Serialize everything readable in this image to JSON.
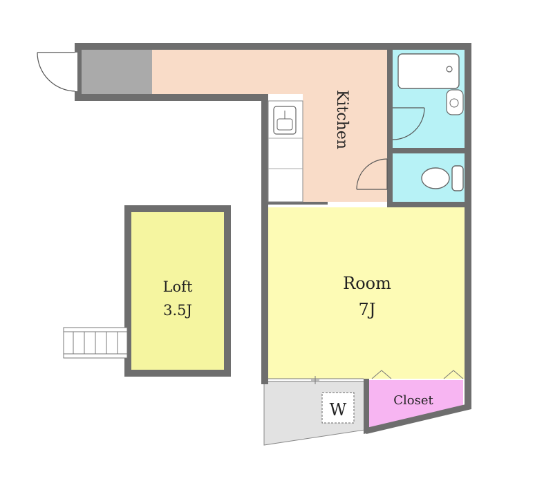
{
  "labels": {
    "kitchen": "Kitchen",
    "room": "Room",
    "room_size": "7J",
    "loft": "Loft",
    "loft_size": "3.5J",
    "closet": "Closet",
    "washer": "W"
  },
  "colors": {
    "wall": "#6e6e6e",
    "entrance": "#aaaaaa",
    "kitchen": "#f9dcc8",
    "room": "#fdfbb5",
    "loft": "#f5f5a0",
    "bath": "#b7f2f6",
    "closet": "#f7b5f2",
    "balcony": "#e2e2e2"
  }
}
